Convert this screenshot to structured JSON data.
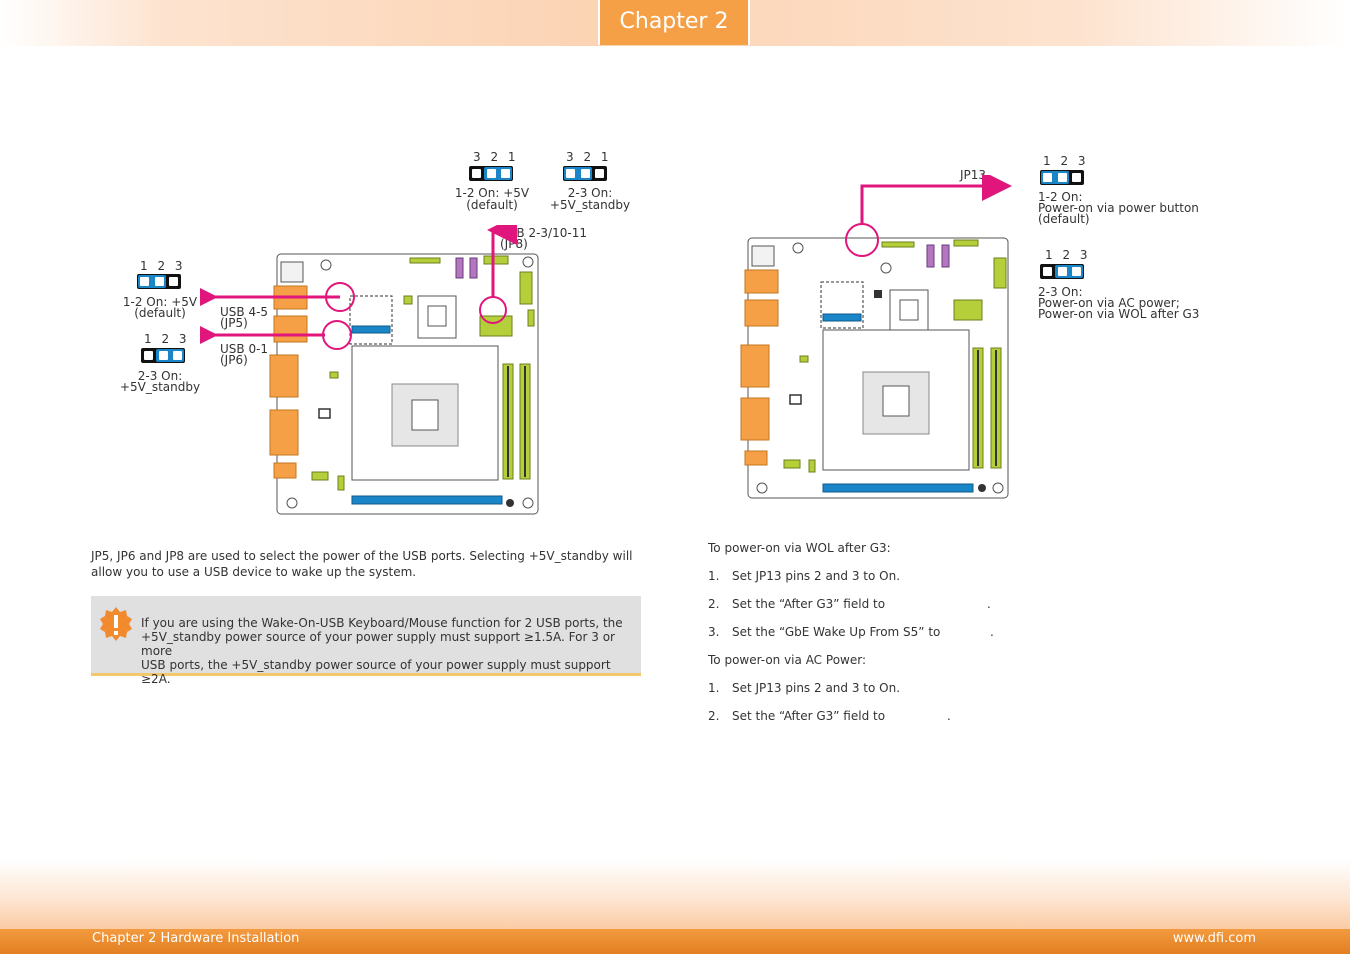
{
  "header": {
    "chapter": "Chapter 2"
  },
  "footer": {
    "left": "Chapter 2 Hardware Installation",
    "right": "www.dfi.com"
  },
  "left_diagram": {
    "jp8_default": {
      "pins": "3 2 1",
      "line1": "1-2 On: +5V",
      "line2": "(default)"
    },
    "jp8_standby": {
      "pins": "3 2 1",
      "line1": "2-3 On:",
      "line2": "+5V_standby"
    },
    "jp8_label": {
      "line1": "USB 2-3/10-11",
      "line2": "(JP8)"
    },
    "left_default": {
      "pins": "1 2 3",
      "line1": "1-2 On: +5V",
      "line2": "(default)"
    },
    "left_standby": {
      "pins": "1 2 3",
      "line1": "2-3 On:",
      "line2": "+5V_standby"
    },
    "jp5_label": {
      "line1": "USB 4-5",
      "line2": "(JP5)"
    },
    "jp6_label": {
      "line1": "USB 0-1",
      "line2": "(JP6)"
    }
  },
  "right_diagram": {
    "jp13_label": "JP13",
    "default": {
      "pins": "1 2 3",
      "line1": "1-2 On:",
      "line2": "Power-on via power button",
      "line3": "(default)"
    },
    "alt": {
      "pins": "1 2 3",
      "line1": "2-3 On:",
      "line2": "Power-on via AC power;",
      "line3": "Power-on via WOL after G3"
    }
  },
  "description": {
    "line1": "JP5, JP6 and JP8 are used to select the power of the USB ports. Selecting +5V_standby will",
    "line2": "allow you to use a USB device to wake up the system."
  },
  "note": {
    "line1": "If you are using the Wake-On-USB Keyboard/Mouse function for 2 USB ports, the",
    "line2": "+5V_standby power source of your power supply must support ≥1.5A. For 3 or more",
    "line3": "USB ports, the +5V_standby power source of your power supply must support ≥2A."
  },
  "steps": {
    "wol_title": "To power-on via WOL after G3:",
    "wol_1_num": "1.",
    "wol_1": "Set JP13 pins 2 and 3 to On.",
    "wol_2_num": "2.",
    "wol_2": "Set the “After G3” field to",
    "wol_3_num": "3.",
    "wol_3": "Set the “GbE Wake Up From S5” to",
    "ac_title": "To power-on via AC Power:",
    "ac_1_num": "1.",
    "ac_1": "Set JP13 pins 2 and 3 to On.",
    "ac_2_num": "2.",
    "ac_2": "Set the “After G3” field to",
    "period": "."
  },
  "colors": {
    "accent": "#f5a046",
    "jumper_cap": "#1a86c8",
    "arrow": "#e0167c",
    "dimm": "#b5cf3a"
  }
}
